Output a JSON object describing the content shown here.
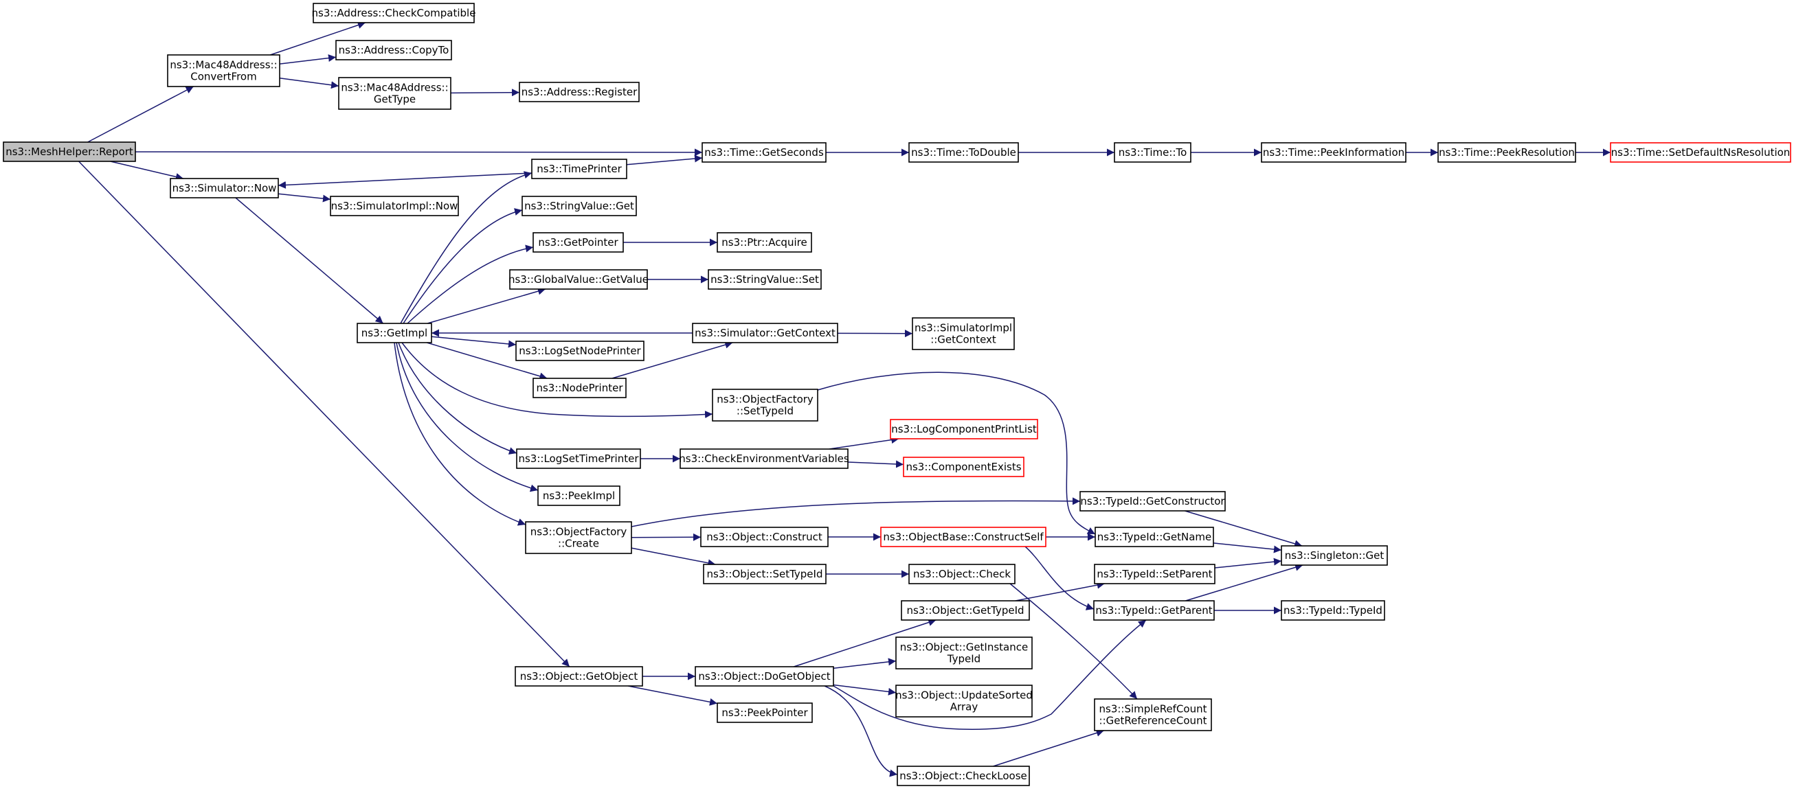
{
  "diagram": {
    "colors": {
      "edge": "#191970",
      "node_border": "#000000",
      "truncated_border": "#ff0000",
      "root_fill": "#bfbfbf",
      "node_fill": "#ffffff"
    },
    "nodes": {
      "report": {
        "lines": [
          "ns3::MeshHelper::Report"
        ],
        "root": true
      },
      "convertfrom": {
        "lines": [
          "ns3::Mac48Address::",
          "ConvertFrom"
        ]
      },
      "checkcompat": {
        "lines": [
          "ns3::Address::CheckCompatible"
        ]
      },
      "copyto": {
        "lines": [
          "ns3::Address::CopyTo"
        ]
      },
      "gettype": {
        "lines": [
          "ns3::Mac48Address::",
          "GetType"
        ]
      },
      "register": {
        "lines": [
          "ns3::Address::Register"
        ]
      },
      "getseconds": {
        "lines": [
          "ns3::Time::GetSeconds"
        ]
      },
      "todouble": {
        "lines": [
          "ns3::Time::ToDouble"
        ]
      },
      "to": {
        "lines": [
          "ns3::Time::To"
        ]
      },
      "peekinfo": {
        "lines": [
          "ns3::Time::PeekInformation"
        ]
      },
      "peekres": {
        "lines": [
          "ns3::Time::PeekResolution"
        ]
      },
      "setdefault": {
        "lines": [
          "ns3::Time::SetDefaultNsResolution"
        ],
        "truncated": true
      },
      "simnow": {
        "lines": [
          "ns3::Simulator::Now"
        ]
      },
      "timeprinter": {
        "lines": [
          "ns3::TimePrinter"
        ]
      },
      "simimplnow": {
        "lines": [
          "ns3::SimulatorImpl::Now"
        ]
      },
      "stringget": {
        "lines": [
          "ns3::StringValue::Get"
        ]
      },
      "getpointer": {
        "lines": [
          "ns3::GetPointer"
        ]
      },
      "ptracquire": {
        "lines": [
          "ns3::Ptr::Acquire"
        ]
      },
      "globalget": {
        "lines": [
          "ns3::GlobalValue::GetValue"
        ]
      },
      "stringset": {
        "lines": [
          "ns3::StringValue::Set"
        ]
      },
      "getimpl": {
        "lines": [
          "ns3::GetImpl"
        ]
      },
      "getcontext": {
        "lines": [
          "ns3::Simulator::GetContext"
        ]
      },
      "implcontext": {
        "lines": [
          "ns3::SimulatorImpl",
          "::GetContext"
        ]
      },
      "lognode": {
        "lines": [
          "ns3::LogSetNodePrinter"
        ]
      },
      "nodeprinter": {
        "lines": [
          "ns3::NodePrinter"
        ]
      },
      "ofsettypeid": {
        "lines": [
          "ns3::ObjectFactory",
          "::SetTypeId"
        ]
      },
      "logtime": {
        "lines": [
          "ns3::LogSetTimePrinter"
        ]
      },
      "checkenv": {
        "lines": [
          "ns3::CheckEnvironmentVariables"
        ]
      },
      "logcomplist": {
        "lines": [
          "ns3::LogComponentPrintList"
        ],
        "truncated": true
      },
      "compexists": {
        "lines": [
          "ns3::ComponentExists"
        ],
        "truncated": true
      },
      "peekimpl": {
        "lines": [
          "ns3::PeekImpl"
        ]
      },
      "ofcreate": {
        "lines": [
          "ns3::ObjectFactory",
          "::Create"
        ]
      },
      "getconstructor": {
        "lines": [
          "ns3::TypeId::GetConstructor"
        ]
      },
      "objconstruct": {
        "lines": [
          "ns3::Object::Construct"
        ]
      },
      "constructself": {
        "lines": [
          "ns3::ObjectBase::ConstructSelf"
        ],
        "truncated": true
      },
      "getname": {
        "lines": [
          "ns3::TypeId::GetName"
        ]
      },
      "singleton": {
        "lines": [
          "ns3::Singleton::Get"
        ]
      },
      "objsettypeid": {
        "lines": [
          "ns3::Object::SetTypeId"
        ]
      },
      "objcheck": {
        "lines": [
          "ns3::Object::Check"
        ]
      },
      "setparent": {
        "lines": [
          "ns3::TypeId::SetParent"
        ]
      },
      "objgettypeid": {
        "lines": [
          "ns3::Object::GetTypeId"
        ]
      },
      "getparent": {
        "lines": [
          "ns3::TypeId::GetParent"
        ]
      },
      "typeidtypeid": {
        "lines": [
          "ns3::TypeId::TypeId"
        ]
      },
      "getobject": {
        "lines": [
          "ns3::Object::GetObject"
        ]
      },
      "dogetobject": {
        "lines": [
          "ns3::Object::DoGetObject"
        ]
      },
      "getinstance": {
        "lines": [
          "ns3::Object::GetInstance",
          "TypeId"
        ]
      },
      "updatesorted": {
        "lines": [
          "ns3::Object::UpdateSorted",
          "Array"
        ]
      },
      "peekpointer": {
        "lines": [
          "ns3::PeekPointer"
        ]
      },
      "getrefcount": {
        "lines": [
          "ns3::SimpleRefCount",
          "::GetReferenceCount"
        ]
      },
      "checkloose": {
        "lines": [
          "ns3::Object::CheckLoose"
        ]
      }
    },
    "edges": [
      [
        "report",
        "convertfrom"
      ],
      [
        "report",
        "getseconds"
      ],
      [
        "report",
        "simnow"
      ],
      [
        "report",
        "getobject"
      ],
      [
        "convertfrom",
        "checkcompat"
      ],
      [
        "convertfrom",
        "copyto"
      ],
      [
        "convertfrom",
        "gettype"
      ],
      [
        "gettype",
        "register"
      ],
      [
        "getseconds",
        "todouble"
      ],
      [
        "todouble",
        "to"
      ],
      [
        "to",
        "peekinfo"
      ],
      [
        "peekinfo",
        "peekres"
      ],
      [
        "peekres",
        "setdefault"
      ],
      [
        "simnow",
        "simimplnow"
      ],
      [
        "simnow",
        "getimpl"
      ],
      [
        "timeprinter",
        "simnow"
      ],
      [
        "timeprinter",
        "getseconds"
      ],
      [
        "getimpl",
        "timeprinter"
      ],
      [
        "getimpl",
        "stringget"
      ],
      [
        "getimpl",
        "getpointer"
      ],
      [
        "getimpl",
        "globalget"
      ],
      [
        "getimpl",
        "lognode"
      ],
      [
        "getimpl",
        "nodeprinter"
      ],
      [
        "getimpl",
        "ofsettypeid"
      ],
      [
        "getimpl",
        "logtime"
      ],
      [
        "getimpl",
        "peekimpl"
      ],
      [
        "getimpl",
        "ofcreate"
      ],
      [
        "getpointer",
        "ptracquire"
      ],
      [
        "globalget",
        "stringset"
      ],
      [
        "getcontext",
        "getimpl"
      ],
      [
        "getcontext",
        "implcontext"
      ],
      [
        "nodeprinter",
        "getcontext"
      ],
      [
        "ofsettypeid",
        "getname"
      ],
      [
        "logtime",
        "checkenv"
      ],
      [
        "checkenv",
        "logcomplist"
      ],
      [
        "checkenv",
        "compexists"
      ],
      [
        "ofcreate",
        "getconstructor"
      ],
      [
        "ofcreate",
        "objconstruct"
      ],
      [
        "ofcreate",
        "objsettypeid"
      ],
      [
        "getconstructor",
        "singleton"
      ],
      [
        "objconstruct",
        "constructself"
      ],
      [
        "constructself",
        "getname"
      ],
      [
        "constructself",
        "getparent"
      ],
      [
        "getname",
        "singleton"
      ],
      [
        "objsettypeid",
        "objcheck"
      ],
      [
        "objcheck",
        "getrefcount"
      ],
      [
        "setparent",
        "singleton"
      ],
      [
        "getparent",
        "singleton"
      ],
      [
        "getparent",
        "typeidtypeid"
      ],
      [
        "objgettypeid",
        "setparent"
      ],
      [
        "getobject",
        "dogetobject"
      ],
      [
        "getobject",
        "peekpointer"
      ],
      [
        "dogetobject",
        "objgettypeid"
      ],
      [
        "dogetobject",
        "getinstance"
      ],
      [
        "dogetobject",
        "updatesorted"
      ],
      [
        "dogetobject",
        "getparent"
      ],
      [
        "dogetobject",
        "checkloose"
      ],
      [
        "checkloose",
        "getrefcount"
      ]
    ]
  }
}
